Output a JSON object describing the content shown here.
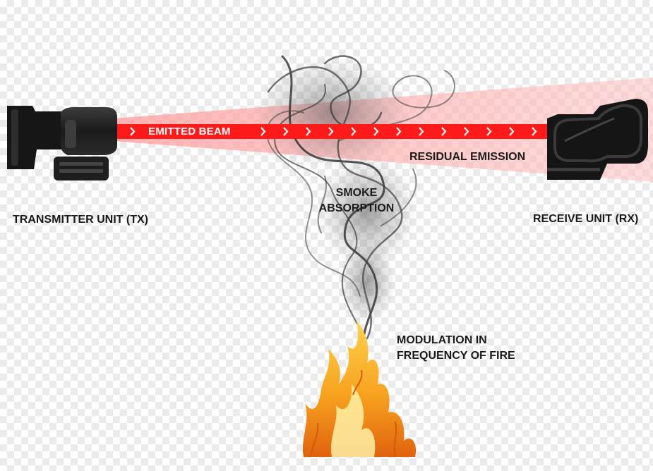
{
  "labels": {
    "transmitter": "TRANSMITTER UNIT (TX)",
    "receiver": "RECEIVE UNIT (RX)",
    "emitted_beam": "EMITTED BEAM",
    "residual_emission": "RESIDUAL EMISSION",
    "smoke_absorption_line1": "SMOKE",
    "smoke_absorption_line2": "ABSORPTION",
    "fire_line1": "MODULATION IN",
    "fire_line2": "FREQUENCY OF FIRE"
  },
  "colors": {
    "beam_core": "#ff1a1a",
    "beam_cone": "#ffb3b3",
    "arrow": "#ffffff",
    "device": "#1c1c1c",
    "smoke": "#3a3a3a",
    "fire_outer": "#f29a1c",
    "fire_inner": "#ffe27a"
  },
  "icons": {
    "transmitter": "beam-transmitter-device-icon",
    "receiver": "beam-receiver-device-icon",
    "smoke": "smoke-plume-icon",
    "fire": "fire-flame-icon"
  }
}
